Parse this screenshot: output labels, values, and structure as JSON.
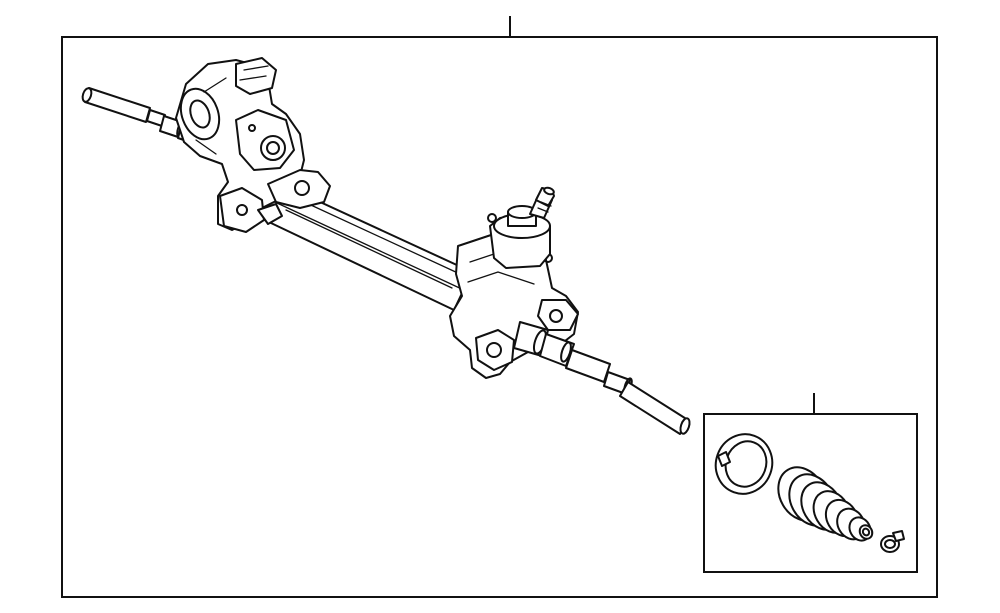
{
  "diagram": {
    "type": "parts-exploded-view",
    "assemblies": [
      {
        "id": "steering-gear-assembly",
        "parts": [
          "left-tie-rod",
          "motor-housing",
          "gear-housing",
          "pinion-input-shaft",
          "right-tie-rod"
        ]
      },
      {
        "id": "boot-kit",
        "parts": [
          "clamp-ring",
          "bellows-boot",
          "small-clamp"
        ]
      }
    ],
    "colors": {
      "line": "#111111",
      "background": "#ffffff"
    }
  }
}
